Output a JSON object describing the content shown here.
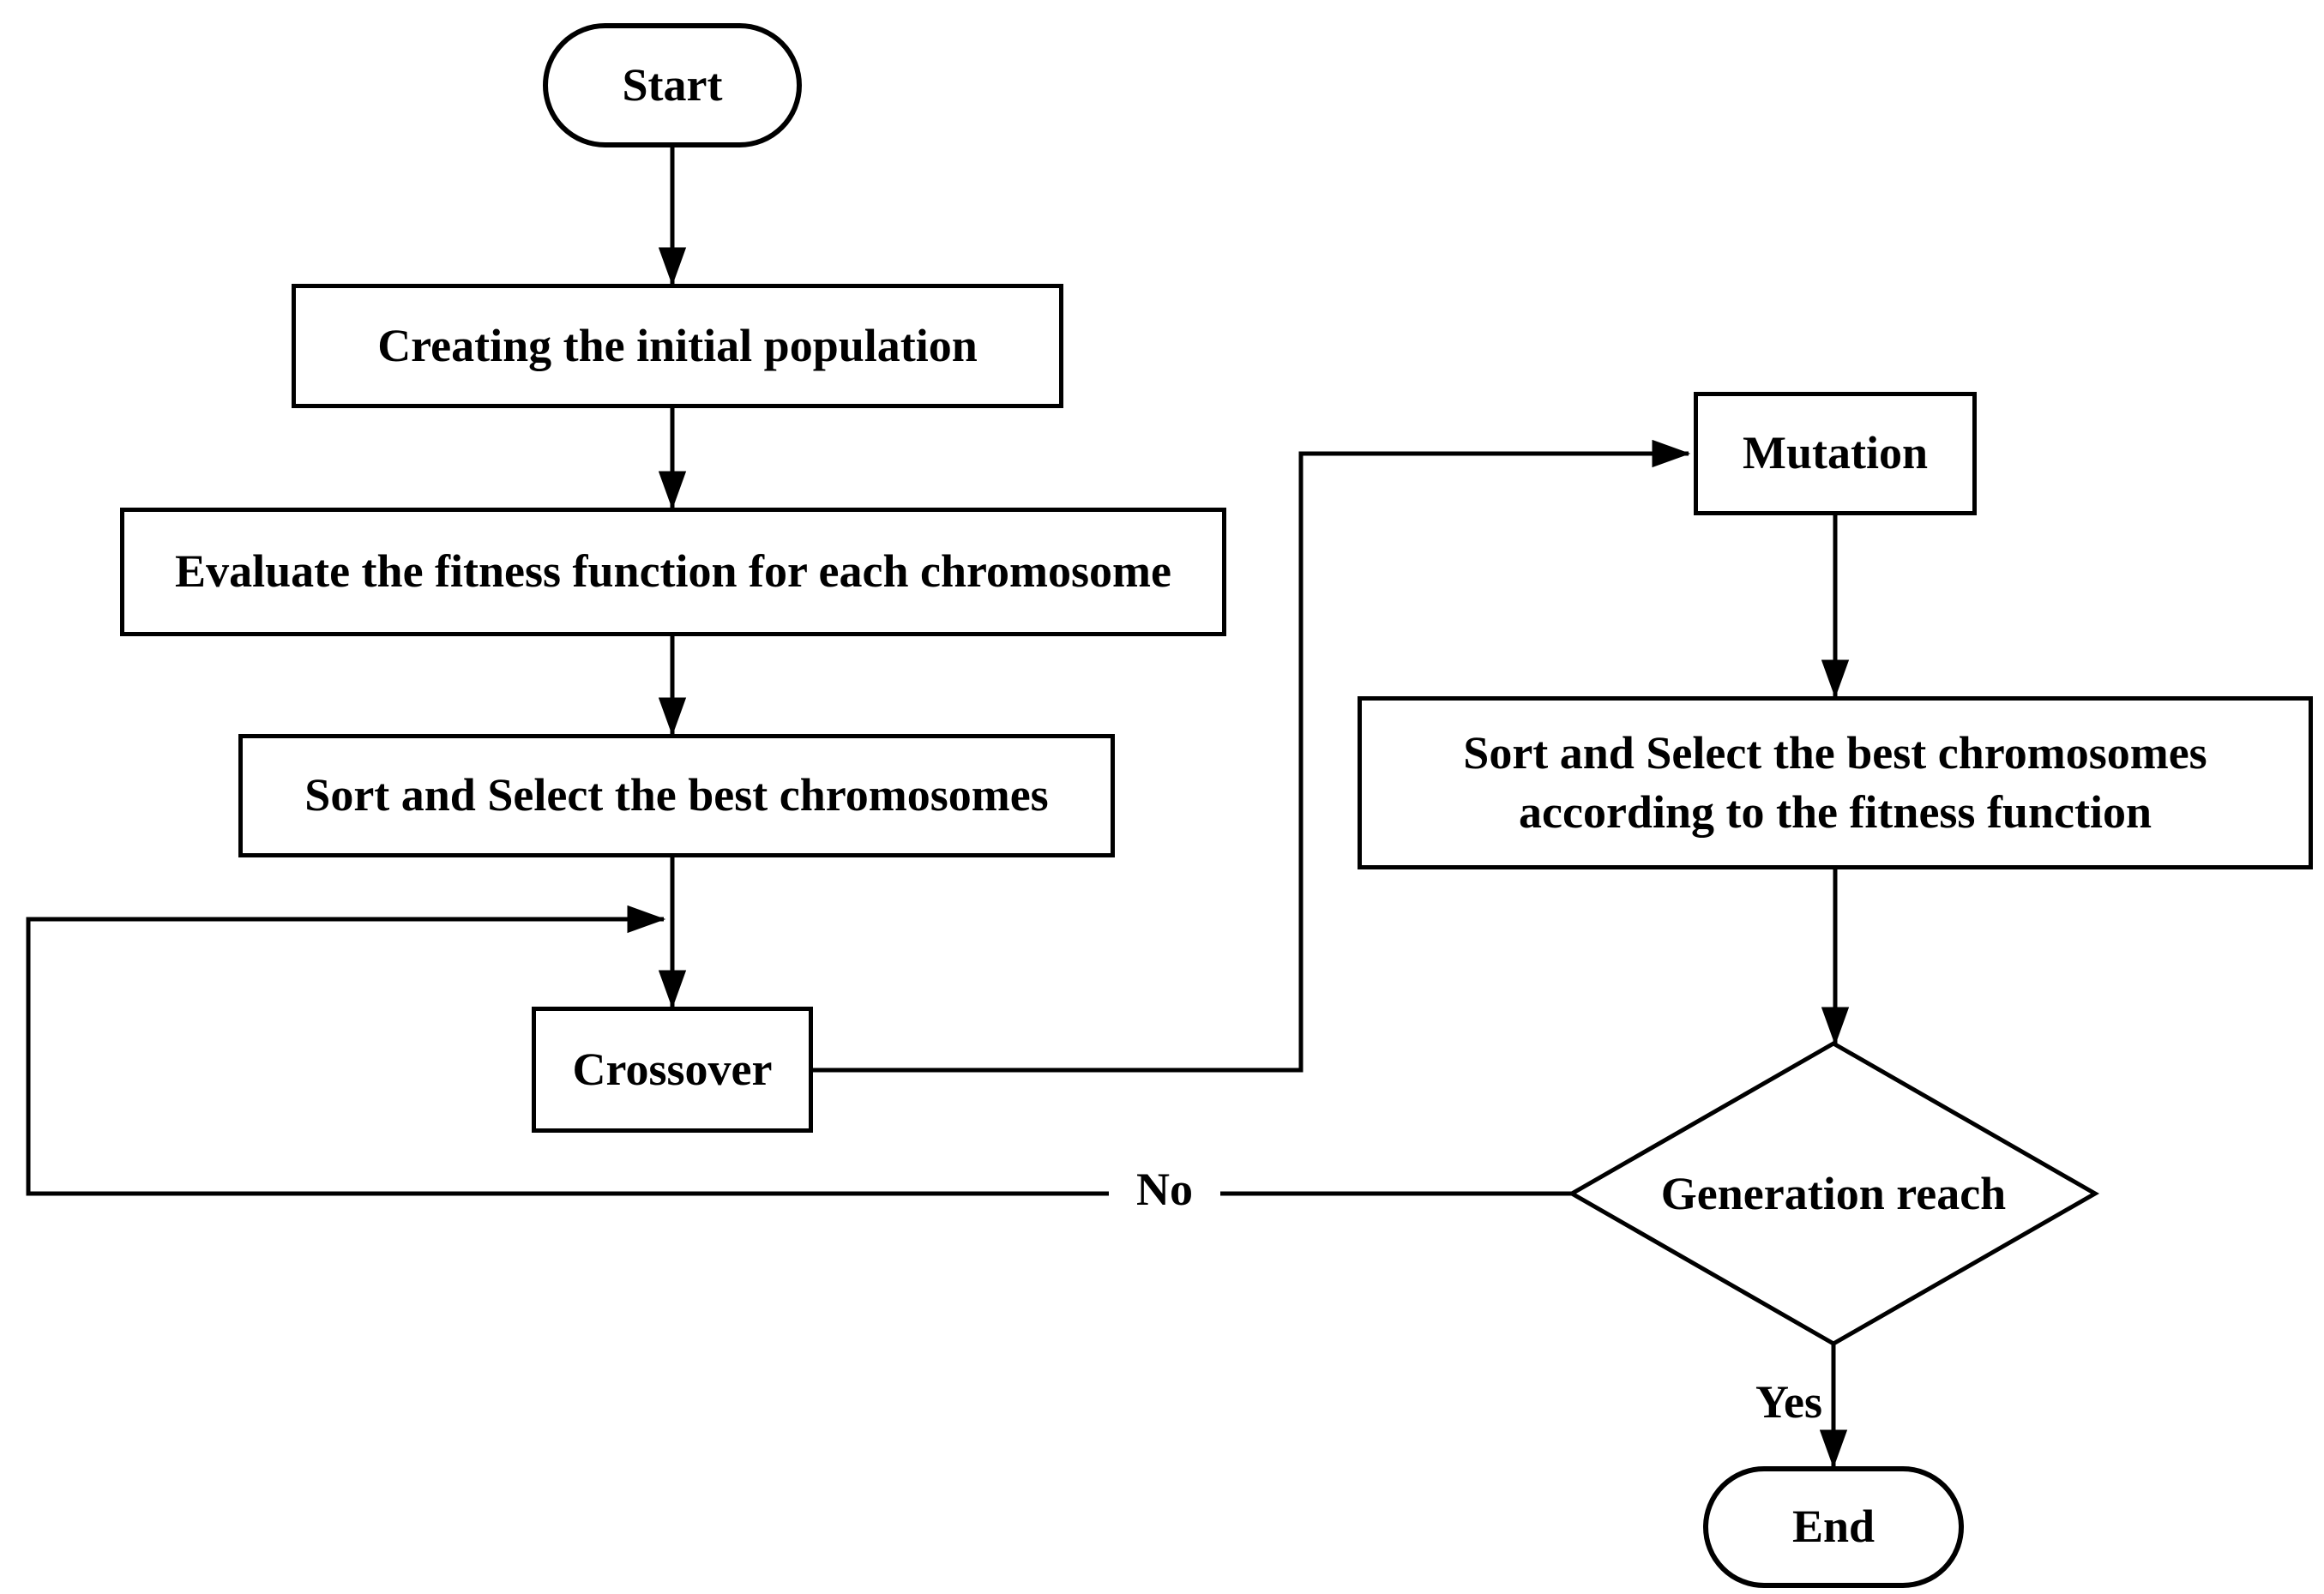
{
  "diagram": {
    "type": "flowchart",
    "background_color": "#ffffff",
    "line_color": "#000000",
    "text_color": "#000000",
    "nodes": {
      "start": {
        "label": "Start",
        "shape": "terminator"
      },
      "create_population": {
        "label": "Creating the initial population",
        "shape": "process"
      },
      "evaluate_fitness": {
        "label": "Evaluate the fitness function for each chromosome",
        "shape": "process"
      },
      "sort_select": {
        "label": "Sort and Select the best chromosomes",
        "shape": "process"
      },
      "crossover": {
        "label": "Crossover",
        "shape": "process"
      },
      "mutation": {
        "label": "Mutation",
        "shape": "process"
      },
      "sort_select_fitness": {
        "label": "Sort and Select the best chromosomes\naccording to the fitness function",
        "shape": "process"
      },
      "generation_reach": {
        "label": "Generation reach",
        "shape": "decision"
      },
      "end": {
        "label": "End",
        "shape": "terminator"
      }
    },
    "edge_labels": {
      "yes": "Yes",
      "no": "No"
    },
    "edges": [
      {
        "from": "start",
        "to": "create_population",
        "label": ""
      },
      {
        "from": "create_population",
        "to": "evaluate_fitness",
        "label": ""
      },
      {
        "from": "evaluate_fitness",
        "to": "sort_select",
        "label": ""
      },
      {
        "from": "sort_select",
        "to": "crossover",
        "label": ""
      },
      {
        "from": "crossover",
        "to": "mutation",
        "label": ""
      },
      {
        "from": "mutation",
        "to": "sort_select_fitness",
        "label": ""
      },
      {
        "from": "sort_select_fitness",
        "to": "generation_reach",
        "label": ""
      },
      {
        "from": "generation_reach",
        "to": "end",
        "label": "Yes"
      },
      {
        "from": "generation_reach",
        "to": "crossover",
        "label": "No"
      }
    ]
  }
}
